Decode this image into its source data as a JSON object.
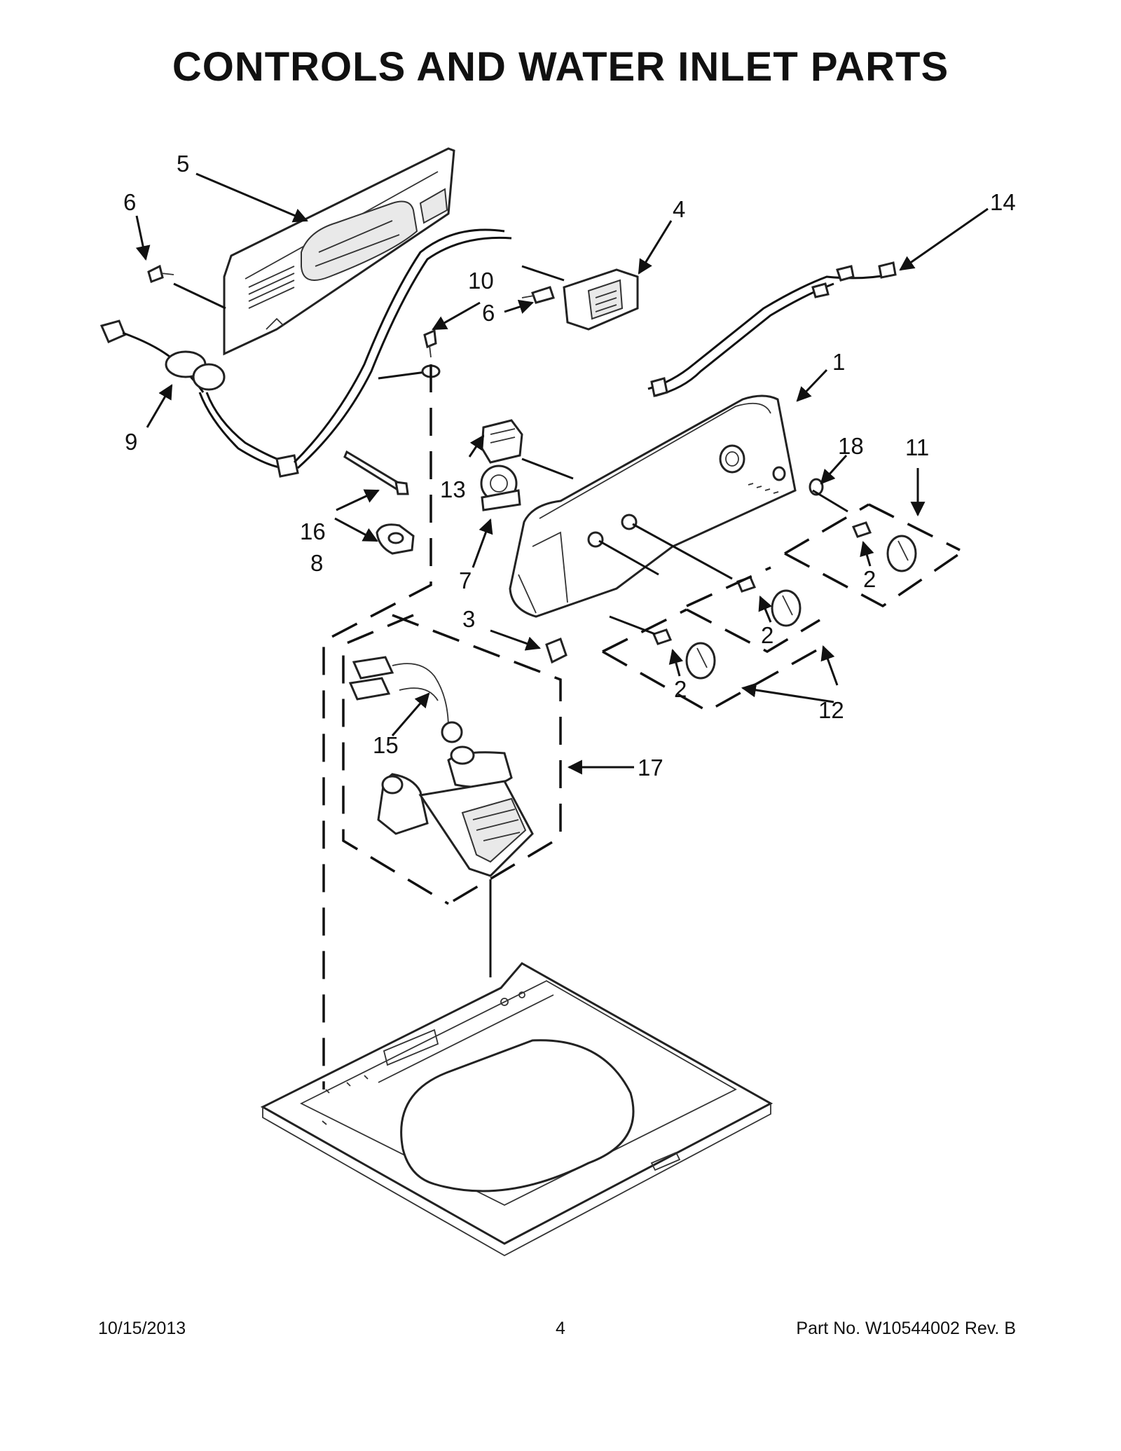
{
  "title": "CONTROLS AND WATER INLET PARTS",
  "callouts": {
    "c1": "1",
    "c2a": "2",
    "c2b": "2",
    "c2c": "2",
    "c3": "3",
    "c4": "4",
    "c5": "5",
    "c6a": "6",
    "c6b": "6",
    "c7": "7",
    "c8": "8",
    "c9": "9",
    "c10": "10",
    "c11": "11",
    "c12": "12",
    "c13": "13",
    "c14": "14",
    "c15": "15",
    "c16": "16",
    "c17": "17",
    "c18": "18"
  },
  "footer": {
    "date": "10/15/2013",
    "page": "4",
    "part_no": "Part No.  W10544002  Rev.  B"
  }
}
